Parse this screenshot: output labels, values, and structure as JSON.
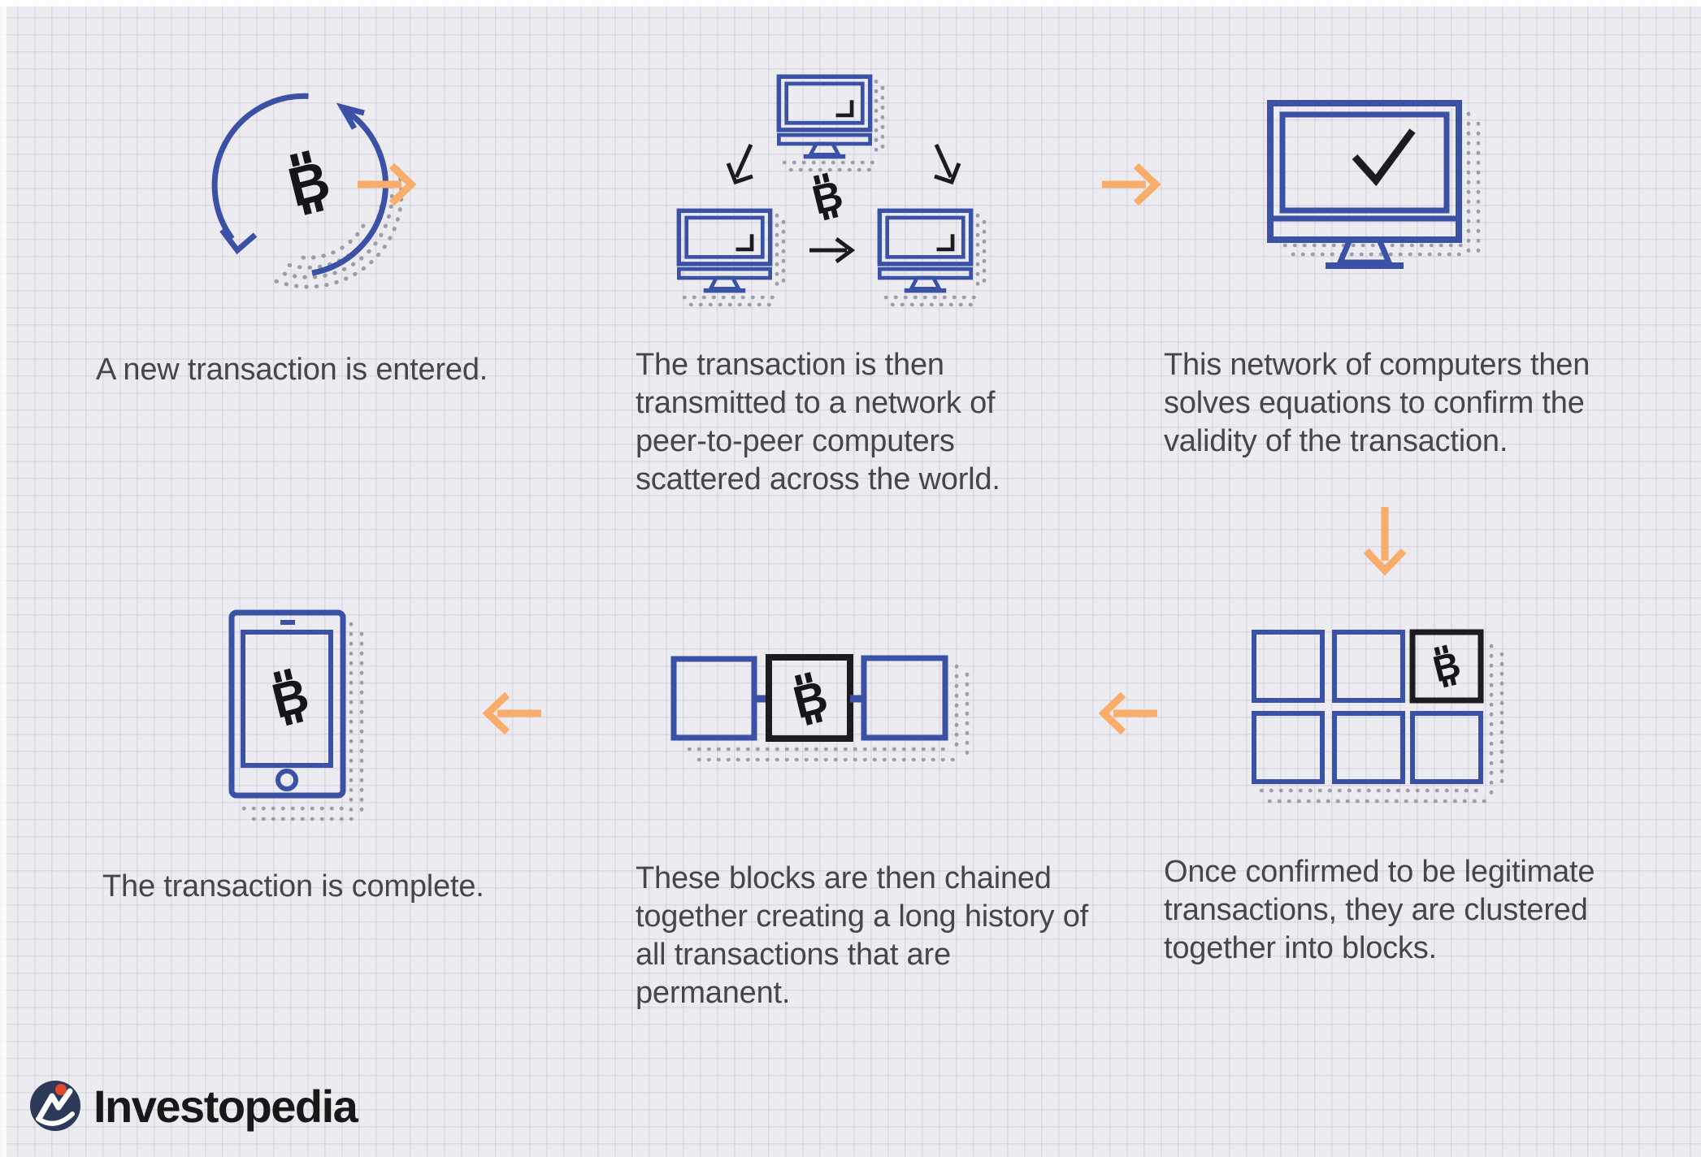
{
  "title_hidden": "",
  "colors": {
    "background": "#ecebf0",
    "grid_line": "#d9d9e4",
    "primary_blue": "#3b51a5",
    "ink_black": "#1c1c1e",
    "arrow_orange": "#f9ad6b",
    "caption_gray": "#45464c",
    "shadow_dot_gray": "#9e9ea8",
    "logo_navy": "#2c3a57",
    "logo_red": "#e2472e",
    "logo_text": "#181818"
  },
  "icons": {
    "bitcoin_glyph": "B",
    "step1": "bitcoin-cycle-icon",
    "step2": "peer-network-computers-icon",
    "step3": "monitor-checkmark-icon",
    "step4": "block-grid-bitcoin-icon",
    "step5": "blockchain-linked-blocks-icon",
    "step6": "phone-bitcoin-icon"
  },
  "flow_arrows": [
    {
      "direction": "right",
      "between": "step1-step2"
    },
    {
      "direction": "right",
      "between": "step2-step3"
    },
    {
      "direction": "down",
      "between": "step3-step4"
    },
    {
      "direction": "left",
      "between": "step4-step5"
    },
    {
      "direction": "left",
      "between": "step5-step6"
    }
  ],
  "steps": [
    {
      "caption": "A new transaction is entered."
    },
    {
      "caption": "The transaction is then transmitted to a network of peer-to-peer computers scattered across the world."
    },
    {
      "caption": "This network of computers then solves equations to confirm the validity of the transaction."
    },
    {
      "caption": "Once confirmed to be legitimate transactions, they are clustered together into blocks."
    },
    {
      "caption": "These blocks are then chained together creating a long history of all transactions that are permanent."
    },
    {
      "caption": "The transaction is complete."
    }
  ],
  "logo": {
    "text": "Investopedia"
  }
}
